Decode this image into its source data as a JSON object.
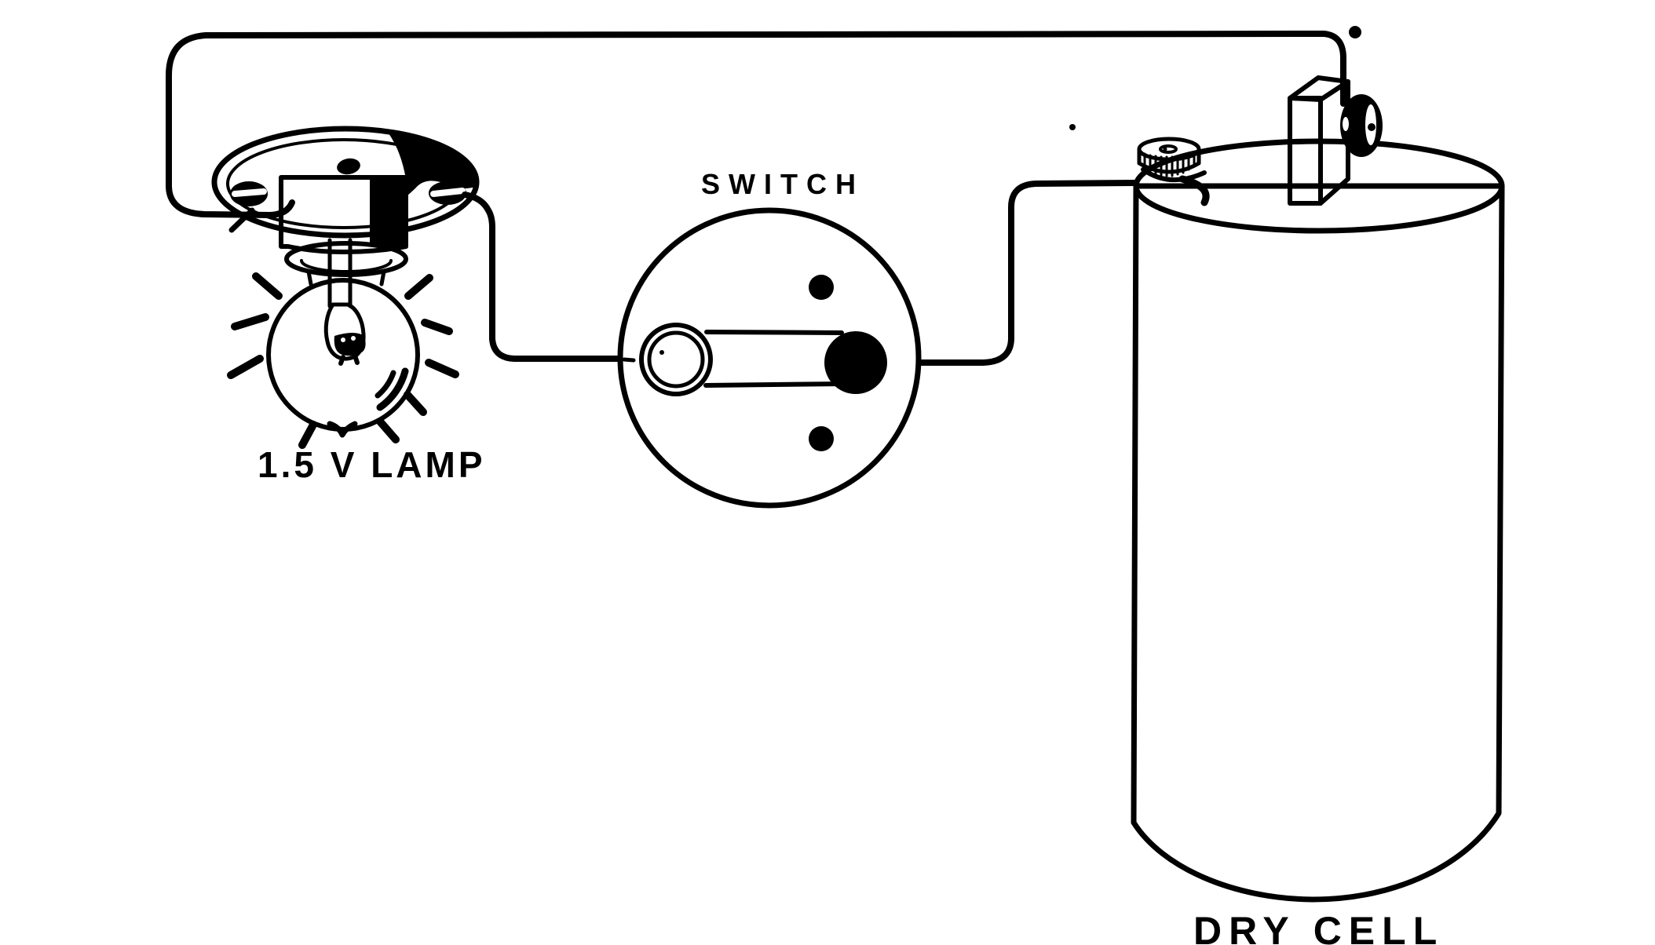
{
  "figure": {
    "type": "electrical-circuit-illustration",
    "ink_color": "#000000",
    "background_color": "#ffffff"
  },
  "labels": {
    "lamp": "1.5 V LAMP",
    "switch": "SWITCH",
    "dry_cell": "DRY CELL"
  },
  "components": [
    {
      "id": "lamp",
      "label": "1.5 V LAMP"
    },
    {
      "id": "switch",
      "label": "SWITCH"
    },
    {
      "id": "dry_cell",
      "label": "DRY CELL"
    }
  ],
  "connections": [
    "lamp left terminal to dry cell carbon (center) terminal via top wire",
    "lamp right terminal to switch left terminal",
    "switch right terminal to dry cell zinc (edge) terminal"
  ]
}
